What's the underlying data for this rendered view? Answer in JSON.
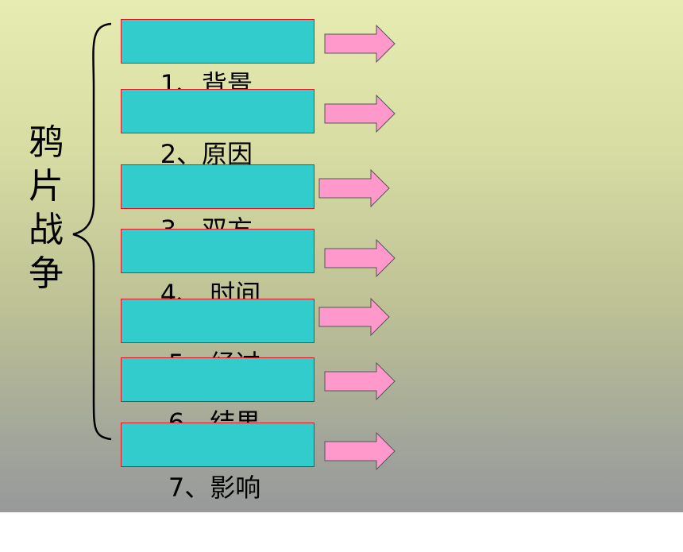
{
  "title": [
    "鸦",
    "片",
    "战",
    "争"
  ],
  "items": [
    {
      "label": "1、背景"
    },
    {
      "label": "2、原因"
    },
    {
      "label": "3、双方"
    },
    {
      "label": "4、 时间"
    },
    {
      "label": " 5、经过"
    },
    {
      "label": " 6、结果"
    },
    {
      "label": " 7、影响"
    }
  ],
  "colors": {
    "box_fill": "#33cccc",
    "box_border": "#e8111c",
    "arrow_fill": "#ff99cc",
    "arrow_stroke": "#555555"
  },
  "icons": {
    "arrow": "right-arrow-icon",
    "brace": "curly-brace"
  }
}
